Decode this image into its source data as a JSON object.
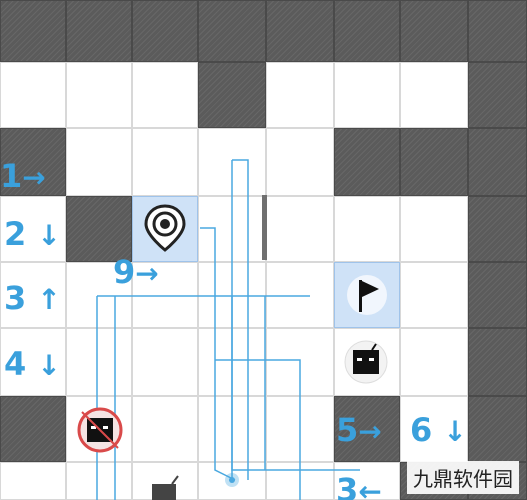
{
  "board": {
    "rows": [
      "WWWWWWWW",
      "FFFWFFFW",
      "WFFFFWWW",
      "FWHFFFFW",
      "FFFFFHFW",
      "FFFFFFFW",
      "WFFFFWFW",
      "FFFFFFWW"
    ]
  },
  "annotations": {
    "row_labels": [
      "1",
      "2",
      "3",
      "4"
    ],
    "row_arrows": [
      "→",
      "↓",
      "↑",
      "↓"
    ],
    "mid_label": "9",
    "mid_arrow": "→",
    "right_label_a": "5",
    "right_arrow_a": "→",
    "right_label_b": "6",
    "right_arrow_b": "↓",
    "bottom_label": "3",
    "bottom_arrow": "←"
  },
  "icons": {
    "start": "location-pin-icon",
    "goal": "flag-icon",
    "enemy": "black-box-robot-icon",
    "enemy_red": "red-target-robot-icon"
  },
  "colors": {
    "wall": "#5b5b5b",
    "floor": "#ffffff",
    "highlight": "#cfe2f7",
    "path": "#4aa8e0",
    "annotation": "#3aa0dc",
    "enemy_ring": "#d94a4a"
  },
  "watermark": "九鼎软件园"
}
